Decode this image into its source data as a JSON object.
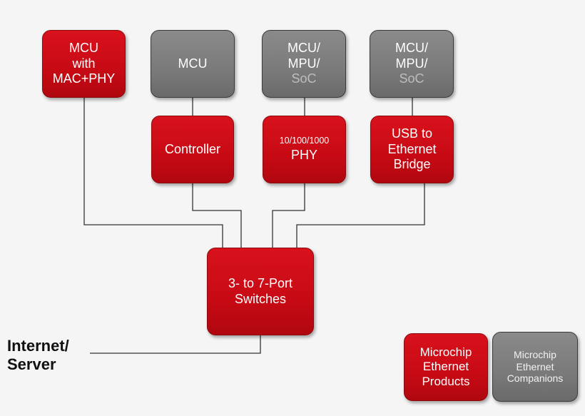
{
  "colors": {
    "microchip_red": "#c70a14",
    "companion_gray": "#7a7a7a",
    "wire": "#333333",
    "background": "#f5f5f5"
  },
  "top_row": {
    "mcu_mac_phy": [
      "MCU",
      "with",
      "MAC+PHY"
    ],
    "mcu_controller": [
      "MCU"
    ],
    "mcu_mpu_soc_1": [
      "MCU/",
      "MPU/",
      "SoC"
    ],
    "mcu_mpu_soc_2": [
      "MCU/",
      "MPU/",
      "SoC"
    ]
  },
  "middle_row": {
    "controller": [
      "Controller"
    ],
    "phy": {
      "speed": "10/100/1000",
      "label": "PHY"
    },
    "usb_bridge": [
      "USB to",
      "Ethernet",
      "Bridge"
    ]
  },
  "switch": [
    "3- to 7-Port",
    "Switches"
  ],
  "uplink": [
    "Internet/",
    "Server"
  ],
  "legend": {
    "products": [
      "Microchip",
      "Ethernet",
      "Products"
    ],
    "companions": [
      "Microchip",
      "Ethernet",
      "Companions"
    ]
  }
}
